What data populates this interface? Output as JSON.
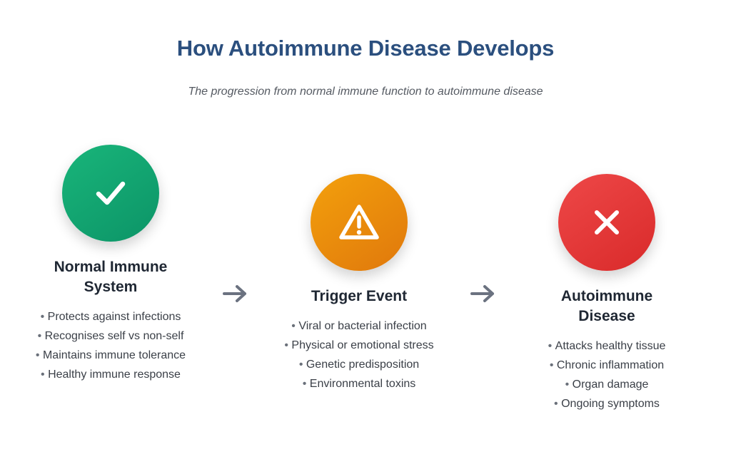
{
  "header": {
    "title": "How Autoimmune Disease Develops",
    "subtitle": "The progression from normal immune function to autoimmune disease"
  },
  "colors": {
    "title": "#2b4f7e",
    "normal": "#12a571",
    "trigger": "#ea8c0c",
    "disease": "#e33838",
    "arrow": "#6b7280"
  },
  "stages": [
    {
      "icon": "checkmark-icon",
      "title": "Normal Immune System",
      "items": [
        "Protects against infections",
        "Recognises self vs non-self",
        "Maintains immune tolerance",
        "Healthy immune response"
      ]
    },
    {
      "icon": "warning-icon",
      "title": "Trigger Event",
      "items": [
        "Viral or bacterial infection",
        "Physical or emotional stress",
        "Genetic predisposition",
        "Environmental toxins"
      ]
    },
    {
      "icon": "cross-icon",
      "title": "Autoimmune Disease",
      "items": [
        "Attacks healthy tissue",
        "Chronic inflammation",
        "Organ damage",
        "Ongoing symptoms"
      ]
    }
  ]
}
